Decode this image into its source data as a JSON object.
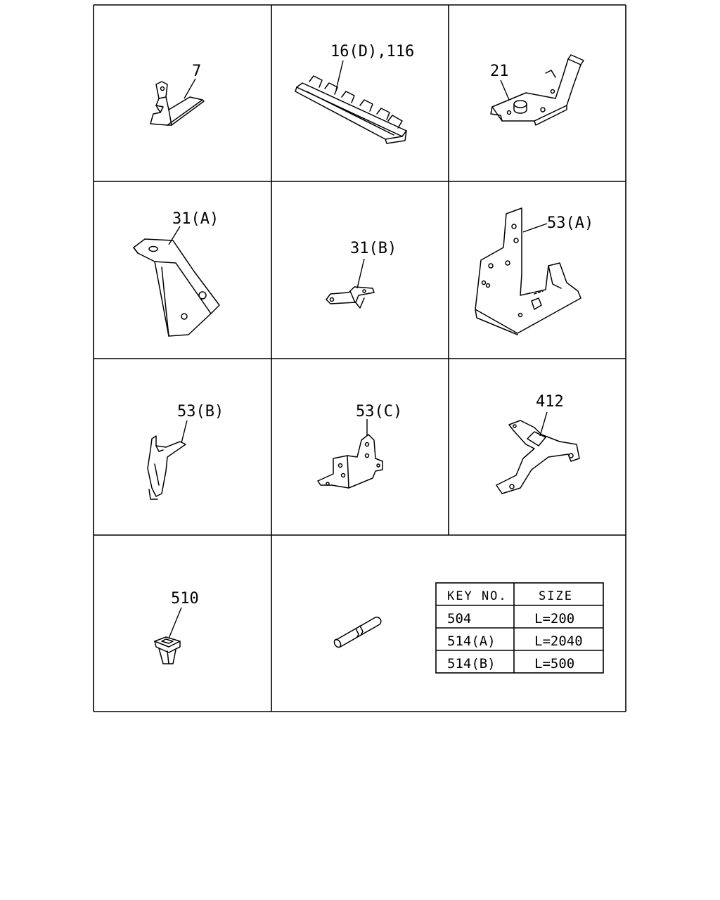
{
  "parts": [
    {
      "id": "p7",
      "label": "7"
    },
    {
      "id": "p16",
      "label": "16(D),116"
    },
    {
      "id": "p21",
      "label": "21"
    },
    {
      "id": "p31a",
      "label": "31(A)"
    },
    {
      "id": "p31b",
      "label": "31(B)"
    },
    {
      "id": "p53a",
      "label": "53(A)"
    },
    {
      "id": "p53b",
      "label": "53(B)"
    },
    {
      "id": "p53c",
      "label": "53(C)"
    },
    {
      "id": "p412",
      "label": "412"
    },
    {
      "id": "p510",
      "label": "510"
    }
  ],
  "size_table": {
    "headers": [
      "KEY NO.",
      "SIZE"
    ],
    "rows": [
      {
        "key": "504",
        "size": "L=200"
      },
      {
        "key": "514(A)",
        "size": "L=2040"
      },
      {
        "key": "514(B)",
        "size": "L=500"
      }
    ]
  }
}
